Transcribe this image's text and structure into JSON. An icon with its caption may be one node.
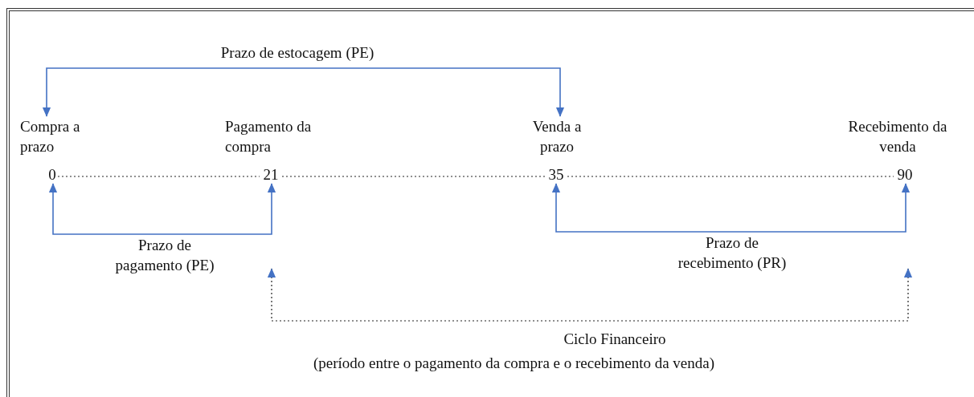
{
  "diagram": {
    "nodes": [
      {
        "text": [
          "Compra a prazo"
        ]
      },
      {
        "text": [
          "Pagamento da compra"
        ]
      },
      {
        "text": [
          "Venda a prazo"
        ]
      },
      {
        "text": [
          "Recebimento da venda"
        ]
      },
      {
        "text": [
          "0"
        ]
      },
      {
        "text": [
          "21"
        ]
      },
      {
        "text": [
          "35"
        ]
      },
      {
        "text": [
          "90"
        ]
      }
    ],
    "edges": [
      {
        "from": 0,
        "to": 2,
        "arrow": "both",
        "label": "Prazo de estocagem (PE)",
        "color": "#4472c4"
      },
      {
        "from": 4,
        "to": 5,
        "arrow": "both",
        "label": "Prazo de pagamento (PE)",
        "color": "#4472c4"
      },
      {
        "from": 6,
        "to": 7,
        "arrow": "both",
        "label": "Prazo de recebimento (PR)",
        "color": "#4472c4"
      },
      {
        "from": 5,
        "to": 7,
        "arrow": "both",
        "label": "Ciclo Financeiro",
        "style": "dashed"
      },
      {
        "from": 4,
        "to": 5,
        "arrow": "none",
        "style": "dashed"
      },
      {
        "from": 5,
        "to": 6,
        "arrow": "none",
        "style": "dashed"
      },
      {
        "from": 6,
        "to": 7,
        "arrow": "none",
        "style": "dashed"
      }
    ],
    "labels": [
      "(período entre o pagamento da compra e o recebimento da venda)"
    ]
  }
}
